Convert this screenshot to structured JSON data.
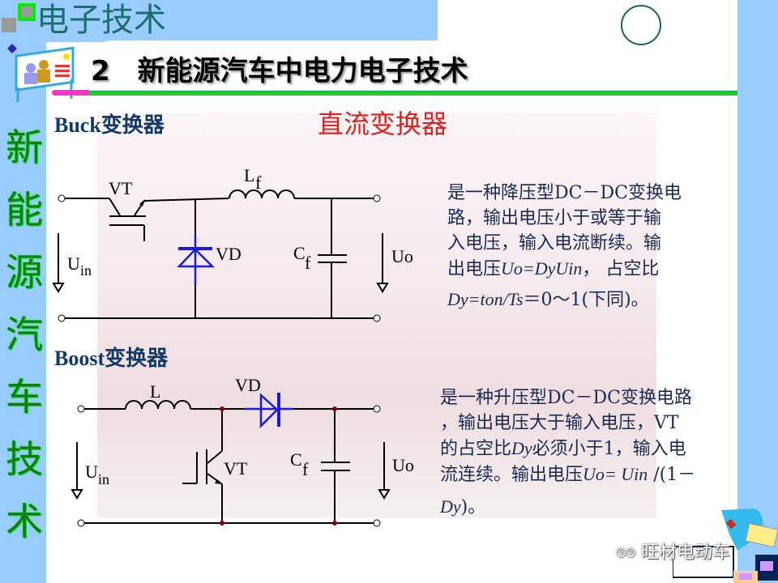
{
  "header": {
    "top_title": "电子技术",
    "slide_title": "2　新能源汽车中电力电子技术"
  },
  "sidebar": {
    "chars": [
      "新",
      "能",
      "源",
      "汽",
      "车",
      "技",
      "术"
    ]
  },
  "main": {
    "dc_title": "直流变换器",
    "buck": {
      "title": "Buck变换器",
      "labels": {
        "vt": "VT",
        "vd": "VD",
        "l": "L",
        "l_sub": "f",
        "c": "C",
        "c_sub": "f",
        "uin": "U",
        "uin_sub": "in",
        "uo": "Uo"
      },
      "desc_lines": [
        "是一种降压型DC－DC变换电",
        "路，输出电压小于或等于输",
        "入电压，输入电流断续。输"
      ],
      "desc_line4": {
        "a": "出电压",
        "b": "Uo=DyUin",
        "c": "，  占空比"
      },
      "desc_line5": {
        "a": "Dy=ton/Ts",
        "b": "＝0～1(下同)。"
      }
    },
    "boost": {
      "title": "Boost变换器",
      "labels": {
        "vt": "VT",
        "vd": "VD",
        "l": "L",
        "c": "C",
        "c_sub": "f",
        "uin": "U",
        "uin_sub": "in",
        "uo": "Uo"
      },
      "desc_lines": [
        "是一种升压型DC－DC变换电路",
        "，输出电压大于输入电压，VT"
      ],
      "desc_line3": {
        "a": "的占空比",
        "b": "Dy",
        "c": "必须小于1，输入电"
      },
      "desc_line4": {
        "a": "流连续。输出电压",
        "b": "Uo= Uin",
        "c": " /(1－"
      },
      "desc_line5": {
        "a": "Dy",
        "b": ")。"
      }
    }
  },
  "watermark": "旺材电动车",
  "colors": {
    "strip": "#99ccff",
    "diode": "#1a1adb",
    "title_red": "#e0201f",
    "node": "#8b0000"
  }
}
